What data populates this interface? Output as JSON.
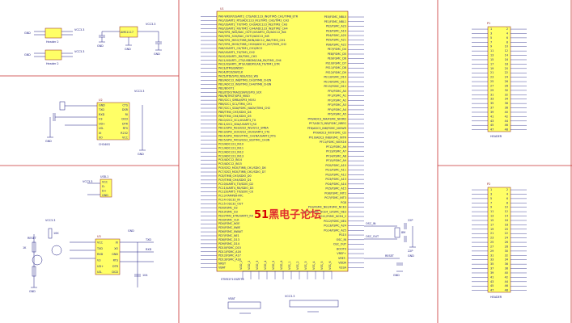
{
  "mcu": {
    "designator": "U1",
    "part": "STM32F103ZET6",
    "left_pins": [
      "PA0-WKUP/USART2_CTS/ADC123_IN0/TIM5_CH1/TIM8_ETR",
      "PA1/USART2_RTS/ADC123_IN1/TIM5_CH2/TIM2_CH2",
      "PA2/USART2_TX/TIM5_CH3/ADC123_IN2/TIM2_CH3",
      "PA3/USART2_RX/TIM5_CH4/ADC123_IN3/TIM2_CH4",
      "PA4/SPI1_NSS/DAC_OUT1/USART2_CK/ADC12_IN4",
      "PA5/SPI1_SCK/DAC_OUT2/ADC12_IN5",
      "PA6/SPI1_MISO/TIM8_BKIN/ADC12_IN6/TIM3_CH1",
      "PA7/SPI1_MOSI/TIM8_CH1N/ADC12_IN7/TIM3_CH2",
      "PA8/USART1_CK/TIM1_CH1/MCO",
      "PA9/USART1_TX/TIM1_CH2",
      "PA10/USART1_RX/TIM1_CH3",
      "PA11/USART1_CTS/USBDM/CAN_RX/TIM1_CH4",
      "PA12/USART1_RTS/USBDP/CAN_TX/TIM1_ETR",
      "PA13/JTMS/SWDIO",
      "PA14/JTCK/SWCLK",
      "PA15/JTDI/SPI3_NSS/I2S3_WS",
      "PB0/ADC12_IN8/TIM3_CH3/TIM8_CH2N",
      "PB1/ADC12_IN9/TIM3_CH4/TIM8_CH3N",
      "PB2/BOOT1",
      "PB3/JTDO/TRACESWO/SPI3_SCK",
      "PB4/NJTRST/SPI3_MISO",
      "PB5/I2C1_SMBA/SPI3_MOSI",
      "PB6/I2C1_SCL/TIM4_CH1",
      "PB7/I2C1_SDA/FSMC_NADV/TIM4_CH2",
      "PB8/TIM4_CH3/SDIO_D4",
      "PB9/TIM4_CH4/SDIO_D5",
      "PB10/I2C2_SCL/USART3_TX",
      "PB11/I2C2_SDA/USART3_RX",
      "PB12/SPI2_NSS/I2S2_WS/I2C2_SMBA",
      "PB13/SPI2_SCK/I2S2_CK/USART3_CTS",
      "PB14/SPI2_MISO/TIM1_CH2N/USART3_RTS",
      "PB15/SPI2_MOSI/I2S2_SD/TIM1_CH3N",
      "PC0/ADC123_IN10",
      "PC1/ADC123_IN11",
      "PC2/ADC123_IN12",
      "PC3/ADC123_IN13",
      "PC4/ADC12_IN14",
      "PC5/ADC12_IN15",
      "PC6/I2S2_MCK/TIM8_CH1/SDIO_D6",
      "PC7/I2S3_MCK/TIM8_CH2/SDIO_D7",
      "PC8/TIM8_CH3/SDIO_D0",
      "PC9/TIM8_CH4/SDIO_D1",
      "PC10/UART4_TX/SDIO_D2",
      "PC11/UART4_RX/SDIO_D3",
      "PC12/UART5_TX/SDIO_CK",
      "PC13-TAMPER-RTC",
      "PC14-OSC32_IN",
      "PC15-OSC32_OUT",
      "PD0/FSMC_D2",
      "PD1/FSMC_D3",
      "PD2/TIM3_ETR/UART5_RX",
      "PD3/FSMC_CLK",
      "PD4/FSMC_NOE",
      "PD5/FSMC_NWE",
      "PD6/FSMC_NWAIT",
      "PD7/FSMC_NE1",
      "PD8/FSMC_D13",
      "PD9/FSMC_D14",
      "PD10/FSMC_D15",
      "PD11/FSMC_A16",
      "PD12/FSMC_A17",
      "PD13/FSMC_A18",
      "NRST",
      "VBAT"
    ],
    "right_pins": [
      "PE0/FSMC_NBL0",
      "PE1/FSMC_NBL1",
      "PE2/FSMC_A23",
      "PE3/FSMC_A19",
      "PE4/FSMC_A20",
      "PE5/FSMC_A21",
      "PE6/FSMC_A22",
      "PE7/FSMC_D4",
      "PE8/FSMC_D5",
      "PE9/FSMC_D6",
      "PE10/FSMC_D7",
      "PE11/FSMC_D8",
      "PE12/FSMC_D9",
      "PE13/FSMC_D10",
      "PE14/FSMC_D11",
      "PE15/FSMC_D12",
      "PF0/FSMC_A0",
      "PF1/FSMC_A1",
      "PF2/FSMC_A2",
      "PF3/FSMC_A3",
      "PF4/FSMC_A4",
      "PF5/FSMC_A5",
      "PF6/ADC3_IN4/FSMC_NIORD",
      "PF7/ADC3_IN5/FSMC_NREG",
      "PF8/ADC3_IN6/FSMC_NIOWR",
      "PF9/ADC3_IN7/FSMC_CD",
      "PF10/ADC3_IN8/FSMC_INTR",
      "PF11/FSMC_NIOS16",
      "PF12/FSMC_A6",
      "PF13/FSMC_A7",
      "PF14/FSMC_A8",
      "PF15/FSMC_A9",
      "PG0/FSMC_A10",
      "PG1/FSMC_A11",
      "PG2/FSMC_A12",
      "PG3/FSMC_A13",
      "PG4/FSMC_A14",
      "PG5/FSMC_A15",
      "PG6/FSMC_INT2",
      "PG7/FSMC_INT3",
      "PG8",
      "PG9/FSMC_NE2/FSMC_NCE3",
      "PG10/FSMC_NCE4_1/FSMC_NE3",
      "PG11/FSMC_NCE4_2",
      "PG12/FSMC_NE4",
      "PG13/FSMC_A24",
      "PG14/FSMC_A25",
      "PG15",
      "OSC_IN",
      "OSC_OUT",
      "BOOT0",
      "VREF+",
      "VREF-",
      "VDDA",
      "VSSA"
    ],
    "bottom_pins": [
      "VDD_1",
      "VDD_2",
      "VDD_3",
      "VDD_4",
      "VDD_5",
      "VDD_6",
      "VSS_1",
      "VSS_2",
      "VSS_3",
      "VSS_4",
      "VSS_5",
      "VSS_6"
    ]
  },
  "watermark": {
    "prefix": "51",
    "suffix": "黑电子论坛",
    "prefix_color": "#d40000",
    "suffix_color": "#e03030"
  },
  "headers": {
    "top": {
      "designator": "P1",
      "part": "HEADER",
      "rows": 24
    },
    "bottom": {
      "designator": "P2",
      "part": "HEADER",
      "rows": 24
    }
  },
  "power": {
    "vcc": "VCC3.3",
    "gnd": "GND",
    "header_left_a": "Header 2",
    "header_left_b": "Header 2",
    "regulator": "AMS1117",
    "regulator_pins": [
      "IN",
      "OUT",
      "GND"
    ]
  },
  "usb_uart": {
    "designator": "U2",
    "part": "CH340G",
    "pins": [
      "GND",
      "TXD",
      "RXD",
      "V3",
      "UD+",
      "UD-",
      "XI",
      "XO",
      "CTS",
      "DSR",
      "RI",
      "DCD",
      "DTR",
      "RTS",
      "R232",
      "VCC"
    ]
  },
  "usb_connector": {
    "designator": "USB",
    "part": "USB-1",
    "pins": [
      "VCC",
      "D-",
      "D+",
      "GND"
    ]
  },
  "rs_chip": {
    "designator": "U3",
    "pins": [
      "VCC",
      "TXD",
      "RXD",
      "V3",
      "UD+",
      "UD-",
      "XI",
      "XO",
      "GND",
      "RTS",
      "DTR",
      "DCD"
    ]
  },
  "nets": {
    "reset": "RESET",
    "osc_in": "OSC_IN",
    "osc_out": "OSC_OUT",
    "boot0": "BOOT0",
    "vbat": "VBAT",
    "vref": "VREF+",
    "nrst": "NRST",
    "txd": "TXD",
    "rxd": "RXD",
    "crystal": "8M",
    "cap_22p": "22P",
    "res_10k": "10K",
    "res_1k": "1K",
    "cap_104": "104"
  },
  "colors": {
    "wire": "#1a1a80",
    "border": "#c83030",
    "chip_fill": "#ffff66",
    "chip_stroke": "#8a2020",
    "text": "#1a1a80"
  }
}
